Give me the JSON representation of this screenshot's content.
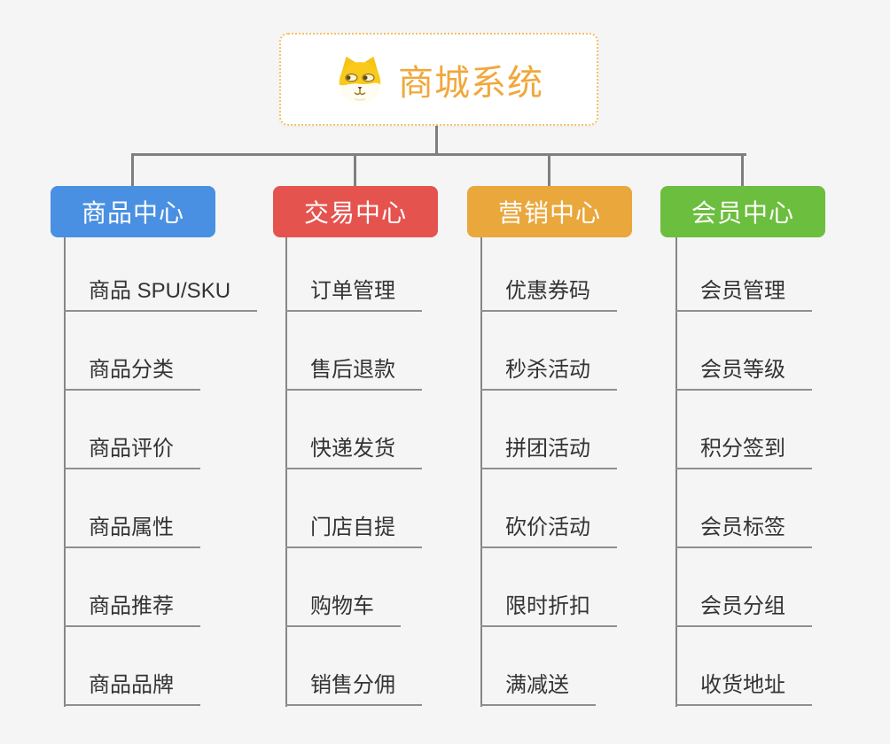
{
  "canvas": {
    "background_color": "#f5f5f5",
    "connector_color": "#7f7f7f"
  },
  "root": {
    "title": "商城系统",
    "icon": "shiba-dog-icon",
    "text_color": "#f0a83c",
    "border_color": "#f5c068",
    "fill_color": "#ffffff"
  },
  "branches": [
    {
      "label": "商品中心",
      "color": "#4a90e2",
      "children": [
        "商品 SPU/SKU",
        "商品分类",
        "商品评价",
        "商品属性",
        "商品推荐",
        "商品品牌"
      ]
    },
    {
      "label": "交易中心",
      "color": "#e5534f",
      "children": [
        "订单管理",
        "售后退款",
        "快递发货",
        "门店自提",
        "购物车",
        "销售分佣"
      ]
    },
    {
      "label": "营销中心",
      "color": "#eaa73c",
      "children": [
        "优惠券码",
        "秒杀活动",
        "拼团活动",
        "砍价活动",
        "限时折扣",
        "满减送"
      ]
    },
    {
      "label": "会员中心",
      "color": "#6cbe3e",
      "children": [
        "会员管理",
        "会员等级",
        "积分签到",
        "会员标签",
        "会员分组",
        "收货地址"
      ]
    }
  ]
}
